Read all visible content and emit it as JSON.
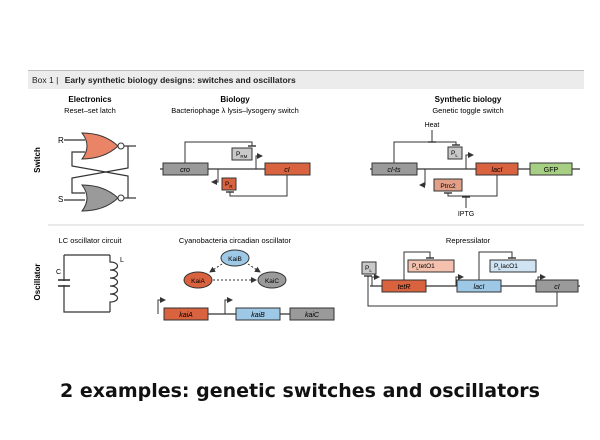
{
  "box": {
    "number": "Box 1",
    "title": "Early synthetic biology designs: switches and oscillators"
  },
  "rows": {
    "switch": "Switch",
    "oscillator": "Oscillator"
  },
  "columns": {
    "electronics": {
      "title": "Electronics",
      "subtitle": "Reset–set latch"
    },
    "biology": {
      "title": "Biology",
      "subtitle": "Bacteriophage λ lysis–lysogeny switch"
    },
    "synthetic": {
      "title": "Synthetic biology",
      "subtitle": "Genetic toggle switch"
    }
  },
  "latch": {
    "r": "R",
    "s": "S"
  },
  "lambda": {
    "cro": "cro",
    "ci": "cI",
    "prm": "P",
    "prm_sub": "RM",
    "pr": "P",
    "pr_sub": "R"
  },
  "toggle": {
    "heat": "Heat",
    "iptg": "IPTG",
    "cits": "cI-ts",
    "laci": "lacI",
    "gfp": "GFP",
    "pl": "P",
    "pl_sub": "L",
    "ptrc2": "Ptrc2"
  },
  "lc": {
    "title": "LC oscillator circuit",
    "c": "C",
    "l": "L"
  },
  "kai": {
    "title": "Cyanobacteria circadian oscillator",
    "kaib": "KaiB",
    "kaia": "KaiA",
    "kaic": "KaiC",
    "gene_a": "kaiA",
    "gene_b": "kaiB",
    "gene_c": "kaiC"
  },
  "repressilator": {
    "title": "Repressilator",
    "pl": "P",
    "pl_sub": "L",
    "ptet": "P",
    "ptet_sub": "L",
    "ptet_rest": "tetO1",
    "plac": "P",
    "plac_sub": "L",
    "plac_rest": "lacO1",
    "tetr": "tetR",
    "laci": "lacI",
    "ci": "cI"
  },
  "colors": {
    "red": "#d9623f",
    "grey": "#9a9a9a",
    "blue": "#9ec9e6",
    "green": "#a7cf84",
    "nor": "#ea8466"
  },
  "caption": "2 examples: genetic switches and oscillators"
}
